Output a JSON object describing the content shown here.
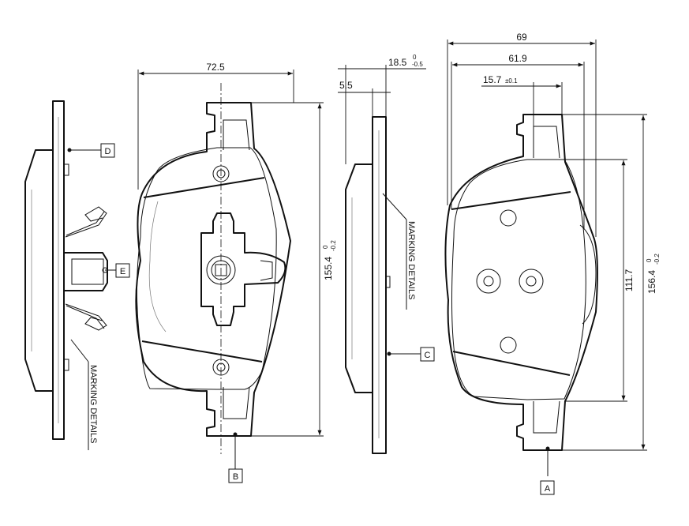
{
  "dimensions": {
    "width_view2": "72.5",
    "height_view2_main": "155.4",
    "height_view2_sup": "0",
    "height_view2_sub": "-0.2",
    "thickness_main": "18.5",
    "thickness_sup": "0",
    "thickness_sub": "-0.5",
    "backplate_thickness": "5.5",
    "width_overall": "69",
    "width_inner": "61.9",
    "offset_main": "15.7",
    "offset_tol": "±0.1",
    "height_view4_main": "156.4",
    "height_view4_sup": "0",
    "height_view4_sub": "-0.2",
    "friction_height": "111.7"
  },
  "labels": {
    "marking_details_1": "MARKING  DETAILS",
    "marking_details_2": "MARKING  DETAILS"
  },
  "callouts": [
    "A",
    "B",
    "C",
    "D",
    "E"
  ]
}
